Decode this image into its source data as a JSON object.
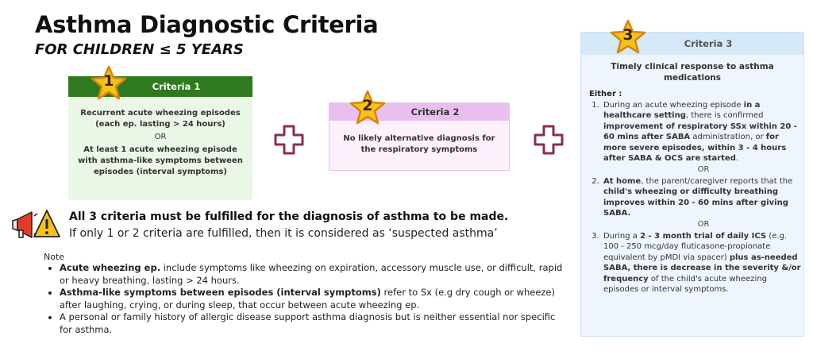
{
  "title": "Asthma Diagnostic Criteria",
  "subtitle": "FOR CHILDREN ≤ 5 YEARS",
  "criteria1": {
    "number": "1",
    "heading": "Criteria 1",
    "line1": "Recurrent acute wheezing episodes (each ep. lasting > 24 hours)",
    "or": "OR",
    "line2": "At least 1 acute wheezing episode with asthma-like symptoms between episodes (interval symptoms)"
  },
  "criteria2": {
    "number": "2",
    "heading": "Criteria 2",
    "body": "No likely alternative diagnosis for the respiratory symptoms"
  },
  "criteria3": {
    "number": "3",
    "heading": "Criteria 3",
    "timely": "Timely clinical response to asthma medications",
    "either": "Either :",
    "item1": {
      "a": "During an acute wheezing episode ",
      "b": "in a healthcare setting",
      "c": ", there is confirmed ",
      "d": "improvement of respiratory SSx within 20 - 60 mins after SABA",
      "e": " administration, or ",
      "f": "for more severe episodes, within 3 - 4 hours after SABA & OCS are started",
      "g": "."
    },
    "or_a": "OR",
    "item2": {
      "a": "At home",
      "b": ", the parent/caregiver reports that the ",
      "c": "child's wheezing or difficulty breathing improves within 20 - 60 mins after giving SABA."
    },
    "or_b": "OR",
    "item3": {
      "a": "During a ",
      "b": "2 - 3 month trial of daily ICS",
      "c": " (e.g. 100 - 250 mcg/day fluticasone-propionate equivalent by pMDI via spacer) ",
      "d": "plus as-needed SABA, there is decrease in the severity &/or frequency",
      "e": " of the child's acute wheezing episodes or interval symptoms."
    }
  },
  "statement": {
    "must": "All 3 criteria must be fulfilled for the diagnosis of asthma to be made.",
    "if_only": "If only 1 or 2 criteria are fulfilled, then it is considered as ‘suspected asthma’"
  },
  "notes": {
    "label": "Note",
    "n1_bold": "Acute wheezing ep.",
    "n1_rest": " include symptoms like wheezing on expiration, accessory muscle use, or difficult, rapid or heavy breathing, lasting > 24 hours.",
    "n2_bold": "Asthma-like symptoms between episodes (interval symptoms)",
    "n2_rest": " refer to Sx (e.g dry cough or wheeze) after laughing, crying, or during sleep, that occur between acute wheezing ep.",
    "n3": "A personal or family history of allergic disease support asthma diagnosis but is neither essential nor specific for asthma."
  },
  "icons": [
    "star-icon",
    "plus-icon",
    "megaphone-warning-icon"
  ],
  "colors": {
    "criteria1_header": "#2f7a1f",
    "criteria1_bg": "#eaf6e6",
    "criteria2_header": "#e9bff0",
    "criteria2_bg": "#fbf0fb",
    "criteria3_header": "#d4e8f8",
    "criteria3_bg": "#eef5fc",
    "star": "#f6c21a",
    "plus": "#8b2f4a"
  }
}
